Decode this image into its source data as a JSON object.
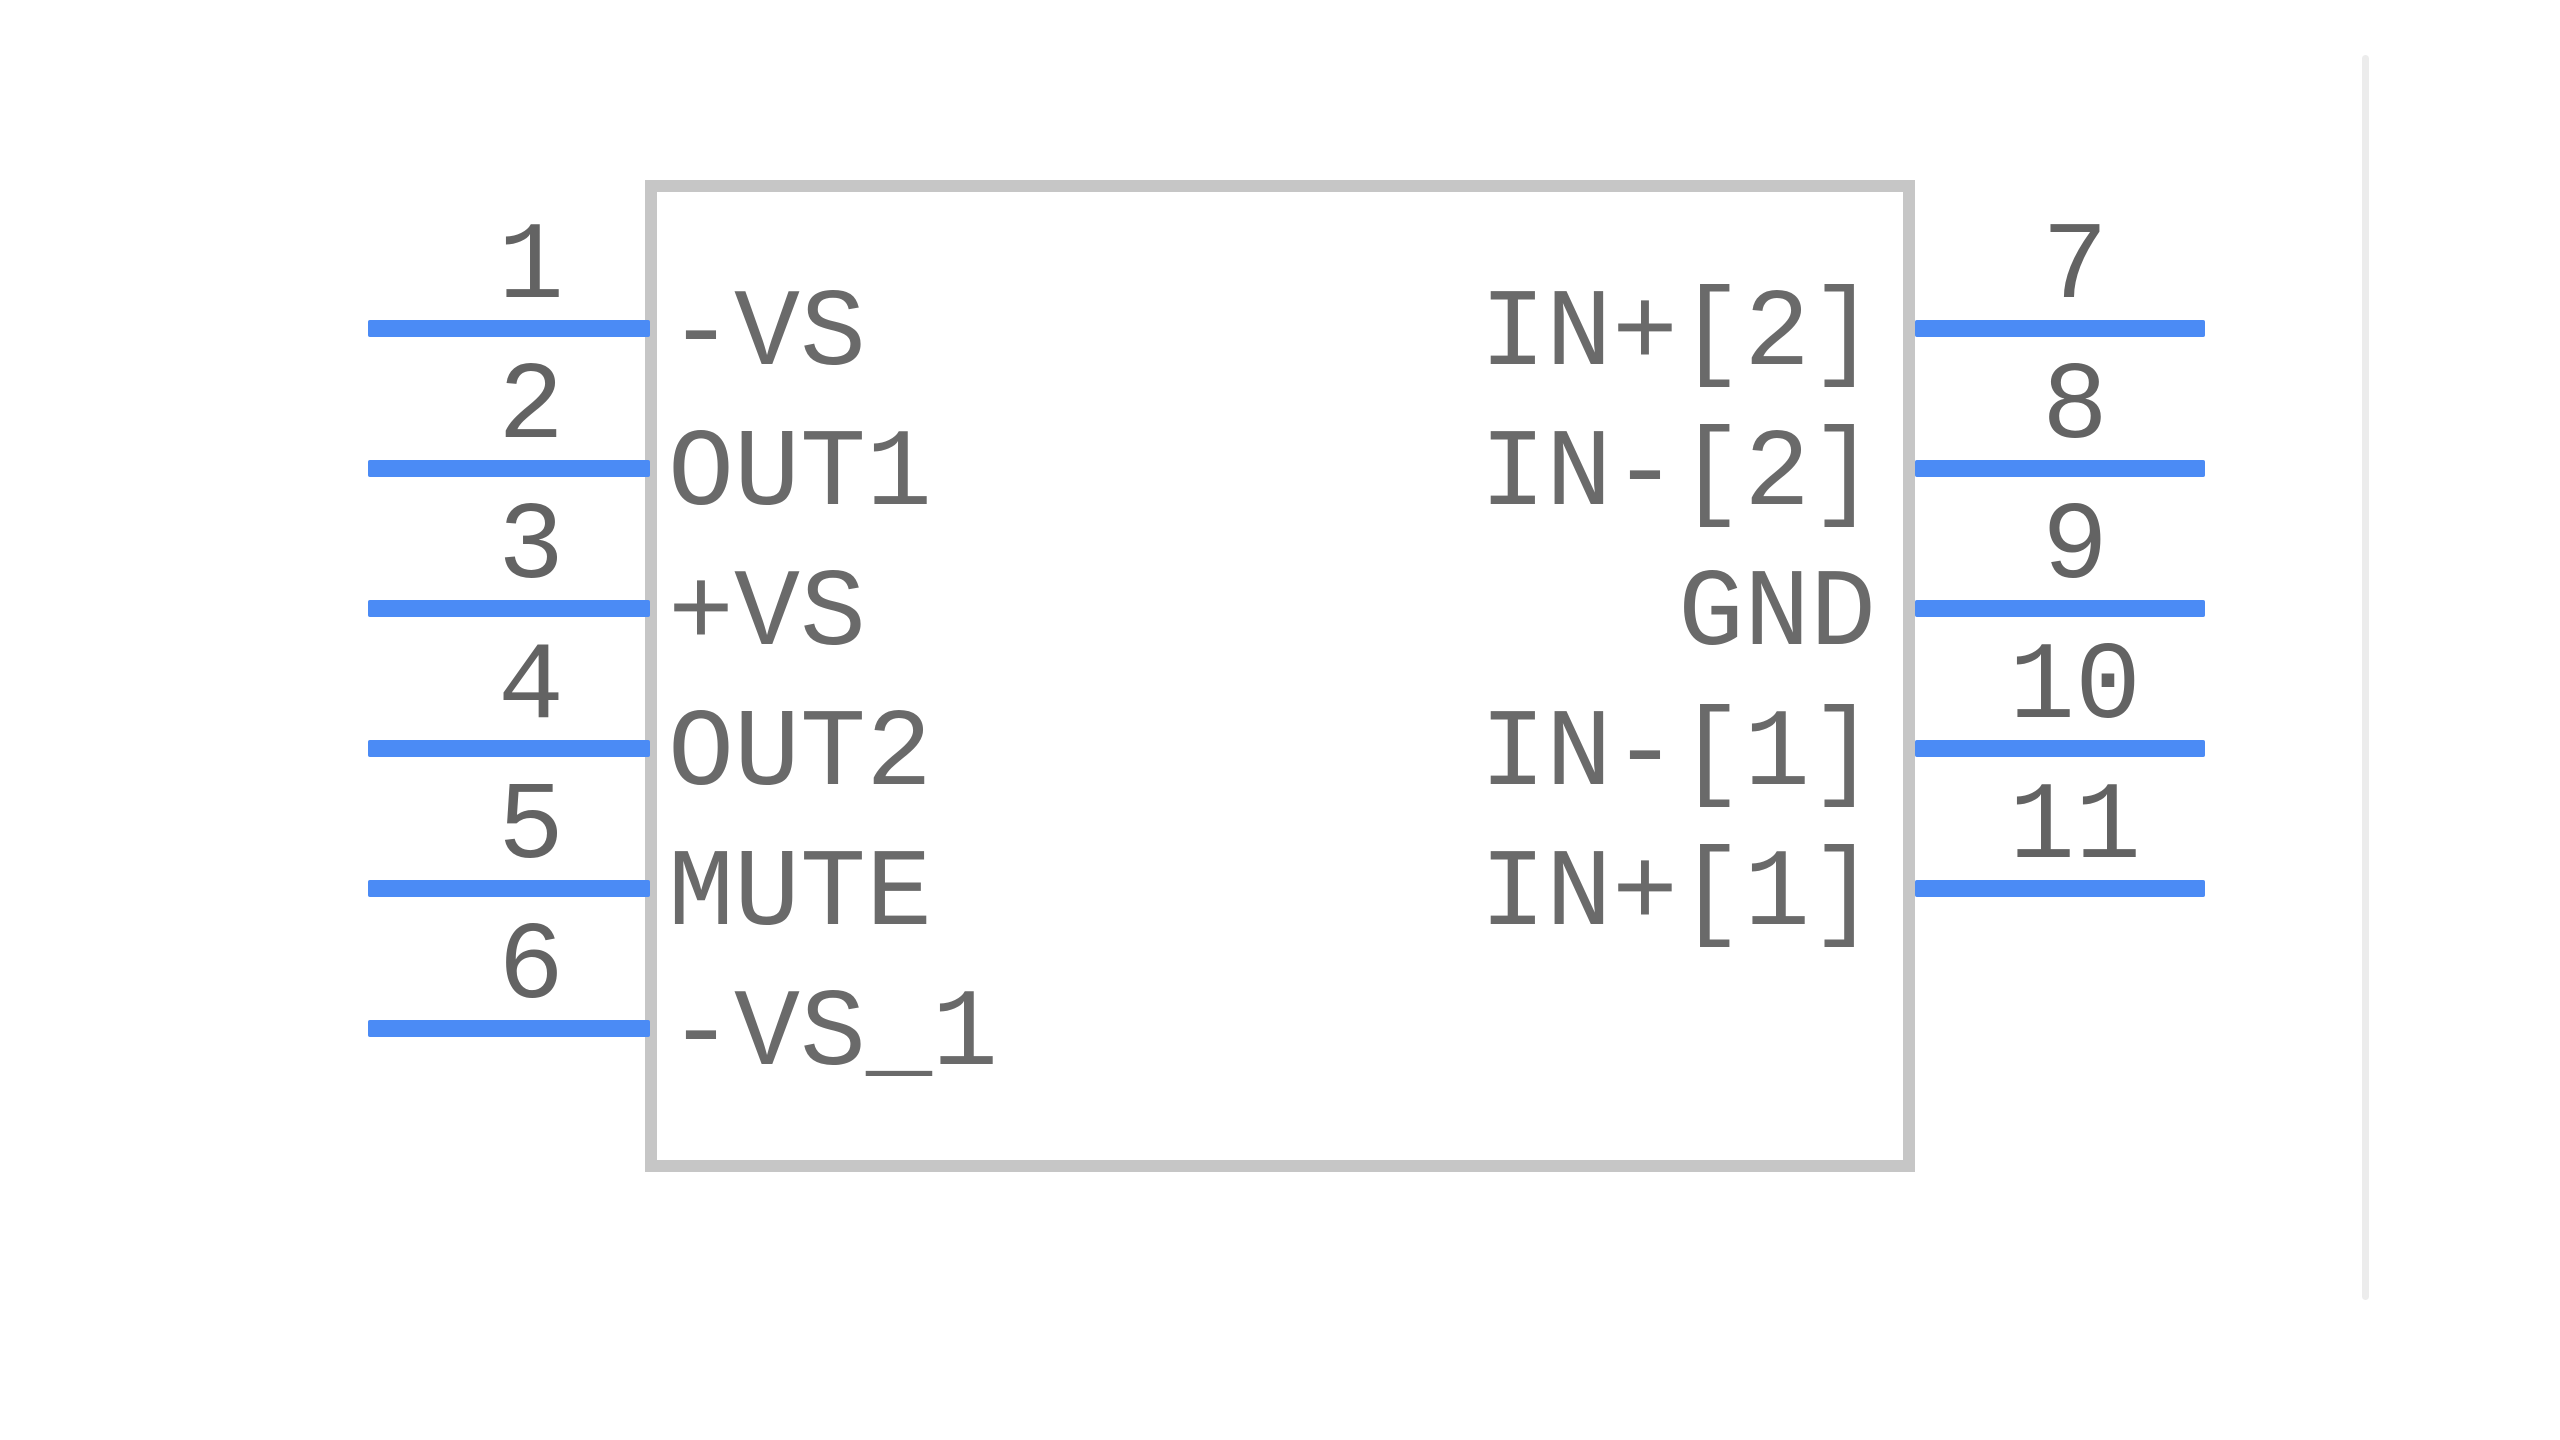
{
  "app": {
    "view": "schematic-symbol-preview"
  },
  "symbol": {
    "left_pins": [
      {
        "number": "1",
        "label": "-VS"
      },
      {
        "number": "2",
        "label": "OUT1"
      },
      {
        "number": "3",
        "label": "+VS"
      },
      {
        "number": "4",
        "label": "OUT2"
      },
      {
        "number": "5",
        "label": "MUTE"
      },
      {
        "number": "6",
        "label": "-VS_1"
      }
    ],
    "right_pins": [
      {
        "number": "7",
        "label": "IN+[2]"
      },
      {
        "number": "8",
        "label": "IN-[2]"
      },
      {
        "number": "9",
        "label": "GND"
      },
      {
        "number": "10",
        "label": "IN-[1]"
      },
      {
        "number": "11",
        "label": "IN+[1]"
      }
    ]
  },
  "colors": {
    "background": "#ffffff",
    "pin_line": "#4b8bf5",
    "pin_number_text": "#636363",
    "pin_label_text": "#6a6a6a",
    "body_border": "#c6c6c6",
    "divider": "#ececec"
  }
}
